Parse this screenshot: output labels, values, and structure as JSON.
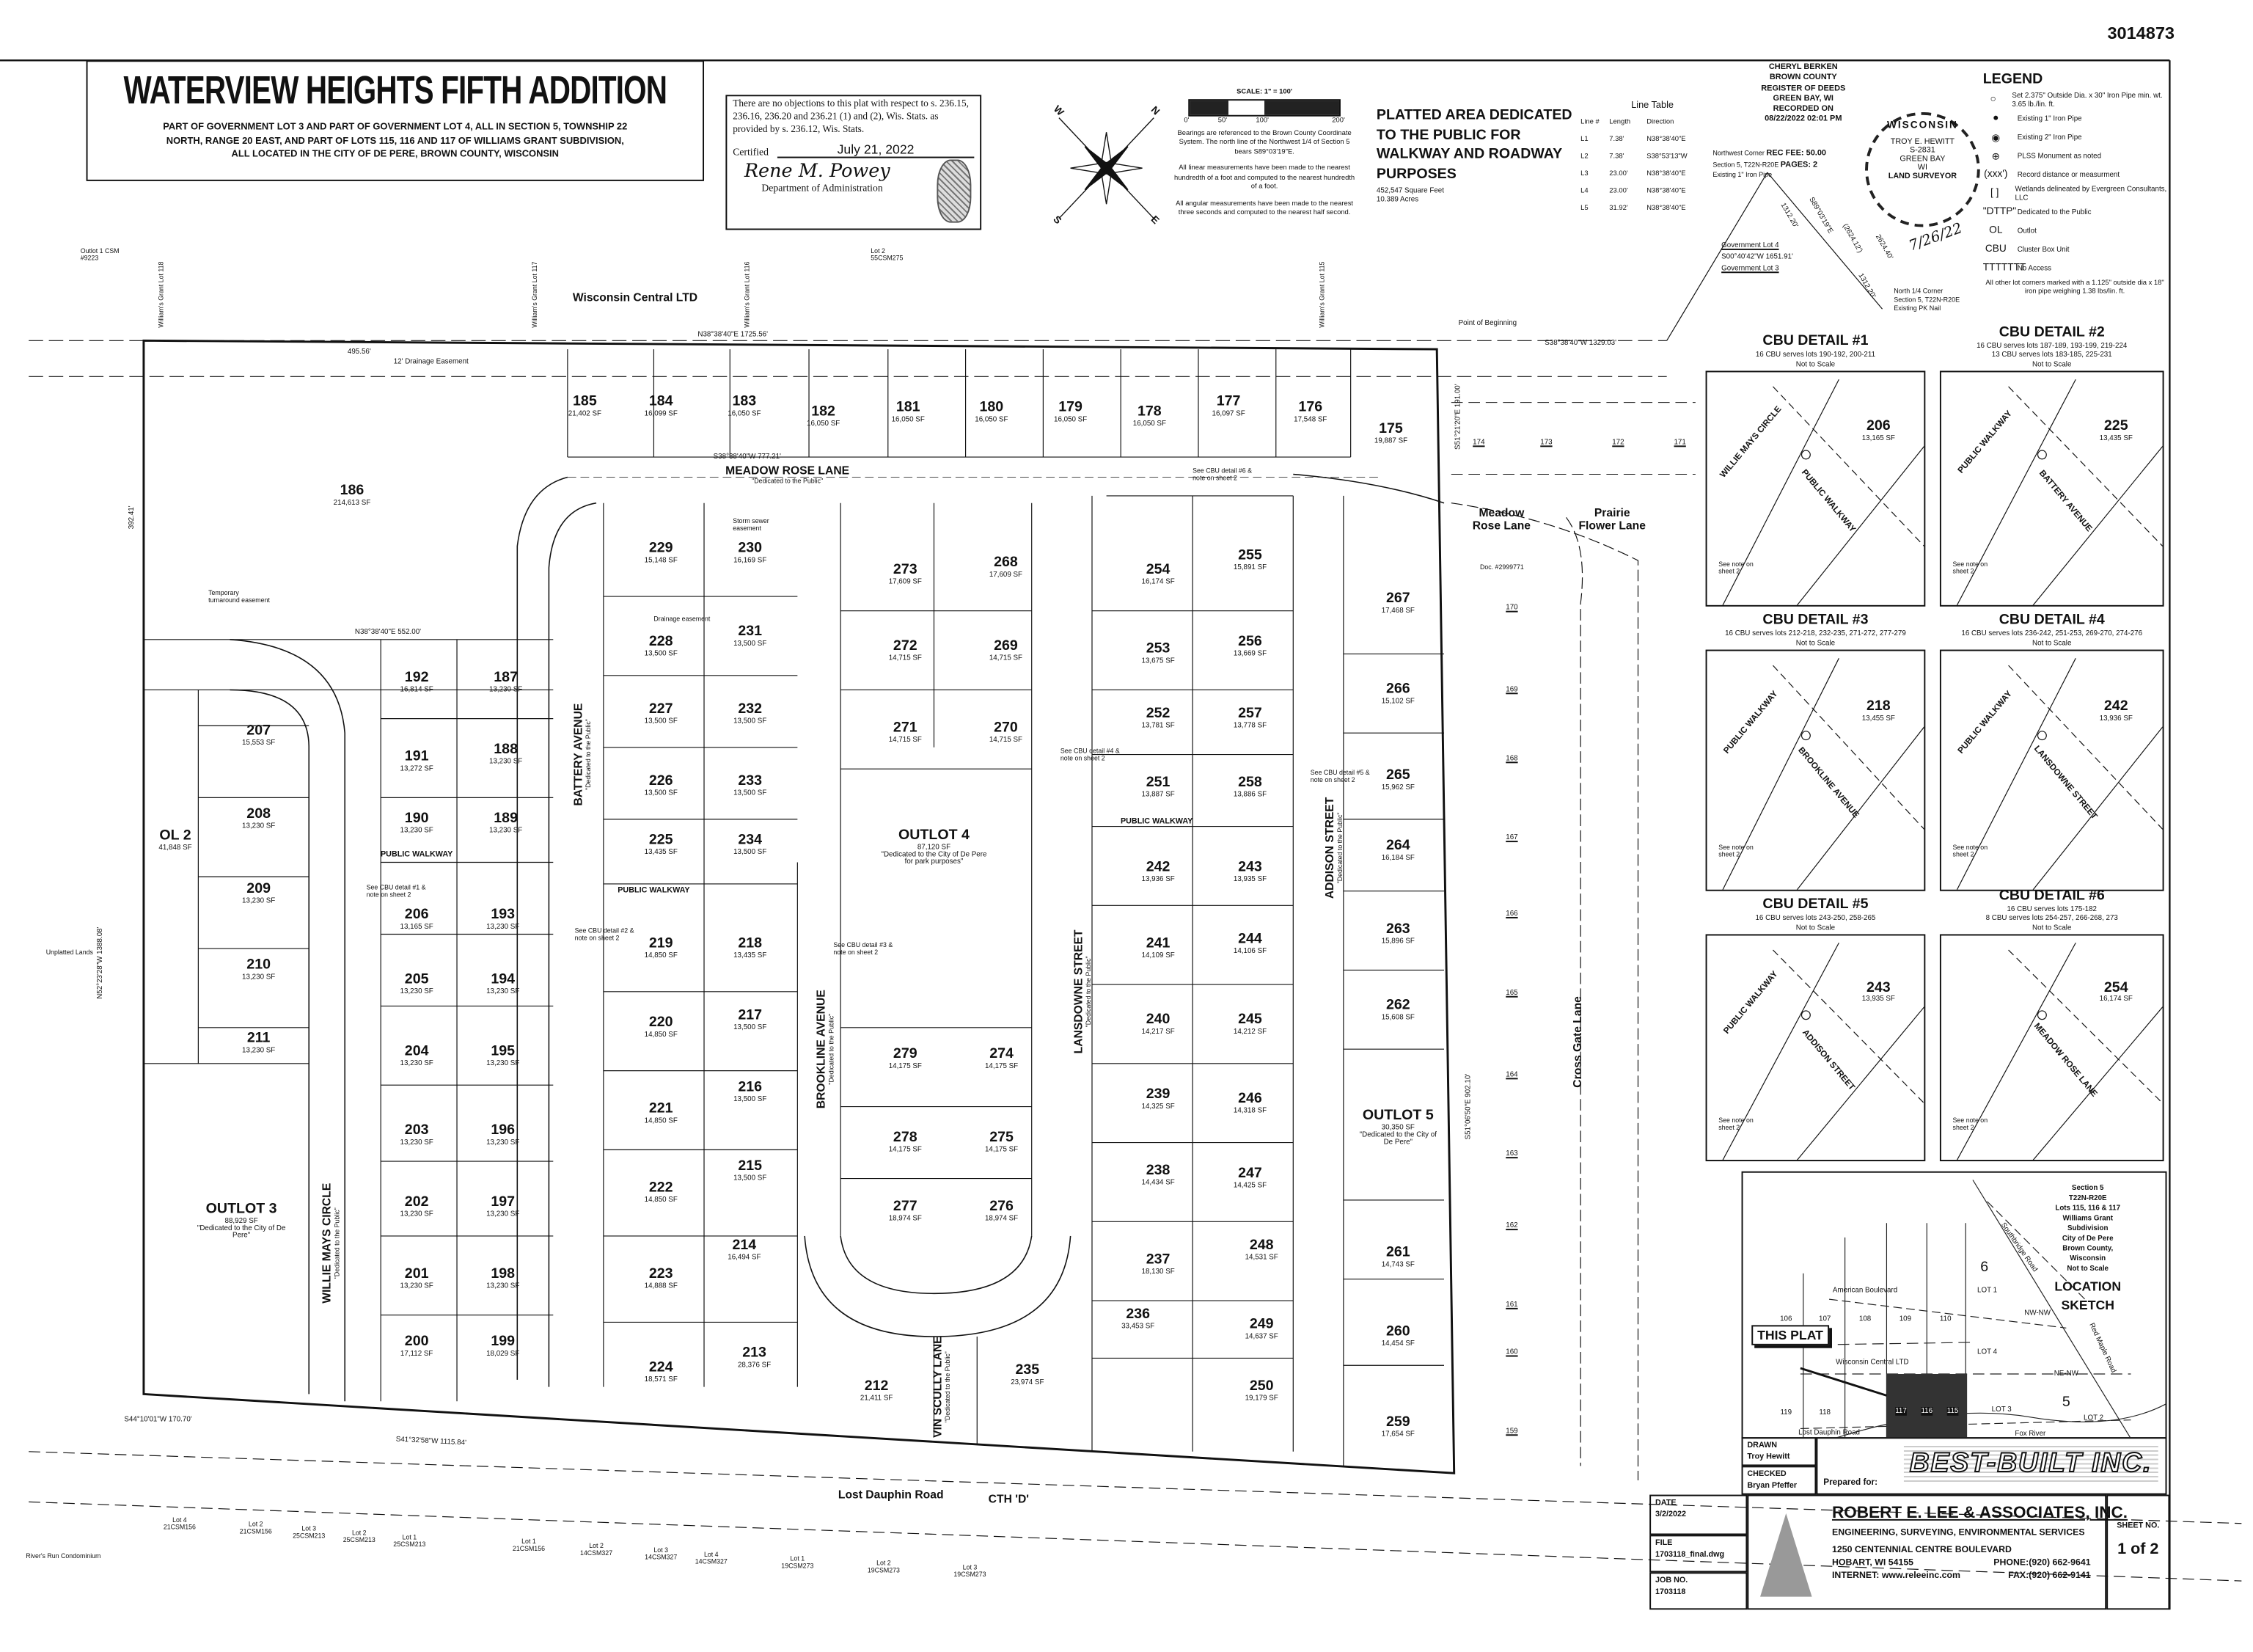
{
  "document_number": "3014873",
  "title": {
    "main": "WATERVIEW HEIGHTS FIFTH ADDITION",
    "line1": "PART OF GOVERNMENT LOT 3 AND PART OF GOVERNMENT LOT 4, ALL IN SECTION 5, TOWNSHIP 22",
    "line2": "NORTH, RANGE 20 EAST, AND PART OF LOTS 115, 116 AND 117 OF WILLIAMS GRANT SUBDIVISION,",
    "line3": "ALL LOCATED IN THE CITY OF DE PERE, BROWN COUNTY, WISCONSIN"
  },
  "certification": {
    "text": "There are no objections to this plat with respect to s. 236.15, 236.16, 236.20 and 236.21 (1) and (2), Wis. Stats. as provided by s. 236.12, Wis. Stats.",
    "certified_label": "Certified",
    "date": "July 21, 2022",
    "signature": "Rene M. Powey",
    "department": "Department of Administration"
  },
  "compass": {
    "n": "N",
    "s": "S",
    "e": "E",
    "w": "W"
  },
  "scale": {
    "label": "SCALE: 1\" = 100'",
    "ticks": [
      "0'",
      "50'",
      "100'",
      "200'"
    ],
    "note1": "Bearings are referenced to the Brown County Coordinate System. The north line of the Northwest 1/4 of Section 5 bears S89°03'19\"E.",
    "note2": "All linear measurements have been made to the nearest hundredth of a foot and computed to the nearest hundredth of a foot.",
    "note3": "All angular measurements have been made to the nearest three seconds and computed to the nearest half second."
  },
  "platted_area": {
    "title": "PLATTED AREA DEDICATED TO THE PUBLIC FOR WALKWAY AND ROADWAY PURPOSES",
    "square_feet": "452,547 Square Feet",
    "acres": "10.389 Acres"
  },
  "line_table": {
    "title": "Line Table",
    "headers": [
      "Line #",
      "Length",
      "Direction"
    ],
    "rows": [
      [
        "L1",
        "7.38'",
        "N38°38'40\"E"
      ],
      [
        "L2",
        "7.38'",
        "S38°53'13\"W"
      ],
      [
        "L3",
        "23.00'",
        "N38°38'40\"E"
      ],
      [
        "L4",
        "23.00'",
        "N38°38'40\"E"
      ],
      [
        "L5",
        "31.92'",
        "N38°38'40\"E"
      ]
    ]
  },
  "recording": {
    "lines": [
      "CHERYL BERKEN",
      "BROWN COUNTY",
      "REGISTER OF DEEDS",
      "GREEN BAY, WI",
      "RECORDED ON",
      "08/22/2022 02:01 PM"
    ],
    "fee": "REC FEE: 50.00",
    "pages": "PAGES: 2"
  },
  "seal": {
    "state": "WISCONSIN",
    "name": "TROY E. HEWITT",
    "number": "S-2831",
    "city": "GREEN BAY",
    "st": "WI",
    "title": "LAND SURVEYOR",
    "signed_date": "7/26/22"
  },
  "monuments": {
    "nw_corner": [
      "Northwest Corner",
      "Section 5, T22N-R20E",
      "Existing 1\" Iron Pipe"
    ],
    "n_quarter": [
      "North 1/4 Corner",
      "Section 5, T22N-R20E",
      "Existing PK Nail"
    ],
    "tie1": "1312.20'",
    "tie2": "S89°03'19\"E",
    "tie3": "(2624.12')",
    "tie4": "2624.40'",
    "tie5": "1312.20'",
    "govlot": "S00°40'42\"W 1651.91'",
    "gov_lot4": "Government Lot 4",
    "gov_lot3": "Government Lot 3",
    "pob": "Point of Beginning",
    "doc": "Doc. #2999771"
  },
  "legend": {
    "title": "LEGEND",
    "items": [
      {
        "symbol": "○",
        "text": "Set 2.375\" Outside Dia. x 30\" Iron Pipe min. wt. 3.65 lb./lin. ft."
      },
      {
        "symbol": "●",
        "text": "Existing 1\" Iron Pipe"
      },
      {
        "symbol": "◉",
        "text": "Existing 2\" Iron Pipe"
      },
      {
        "symbol": "⊕",
        "text": "PLSS Monument as noted"
      },
      {
        "symbol": "(xxx')",
        "text": "Record distance or measurment"
      },
      {
        "symbol": "[ ]",
        "text": "Wetlands delineated by Evergreen Consultants, LLC"
      },
      {
        "symbol": "\"DTTP\"",
        "text": "Dedicated to the Public"
      },
      {
        "symbol": "OL",
        "text": "Outlot"
      },
      {
        "symbol": "CBU",
        "text": "Cluster Box Unit"
      },
      {
        "symbol": "TTTTTTT",
        "text": "No Access"
      }
    ],
    "note": "All other lot corners marked with a 1.125\" outside dia x 18\" iron pipe weighing 1.38 lbs/lin. ft."
  },
  "lots": [
    {
      "id": "175",
      "area": "19,887 SF"
    },
    {
      "id": "176",
      "area": "17,548 SF"
    },
    {
      "id": "177",
      "area": "16,097 SF"
    },
    {
      "id": "178",
      "area": "16,050 SF"
    },
    {
      "id": "179",
      "area": "16,050 SF"
    },
    {
      "id": "180",
      "area": "16,050 SF"
    },
    {
      "id": "181",
      "area": "16,050 SF"
    },
    {
      "id": "182",
      "area": "16,050 SF"
    },
    {
      "id": "183",
      "area": "16,050 SF"
    },
    {
      "id": "184",
      "area": "16,099 SF"
    },
    {
      "id": "185",
      "area": "21,402 SF"
    },
    {
      "id": "186",
      "area": "214,613 SF"
    },
    {
      "id": "187",
      "area": "13,230 SF"
    },
    {
      "id": "188",
      "area": "13,230 SF"
    },
    {
      "id": "189",
      "area": "13,230 SF"
    },
    {
      "id": "190",
      "area": "13,230 SF"
    },
    {
      "id": "191",
      "area": "13,272 SF"
    },
    {
      "id": "192",
      "area": "16,814 SF"
    },
    {
      "id": "193",
      "area": "13,230 SF"
    },
    {
      "id": "194",
      "area": "13,230 SF"
    },
    {
      "id": "195",
      "area": "13,230 SF"
    },
    {
      "id": "196",
      "area": "13,230 SF"
    },
    {
      "id": "197",
      "area": "13,230 SF"
    },
    {
      "id": "198",
      "area": "13,230 SF"
    },
    {
      "id": "199",
      "area": "18,029 SF"
    },
    {
      "id": "200",
      "area": "17,112 SF"
    },
    {
      "id": "201",
      "area": "13,230 SF"
    },
    {
      "id": "202",
      "area": "13,230 SF"
    },
    {
      "id": "203",
      "area": "13,230 SF"
    },
    {
      "id": "204",
      "area": "13,230 SF"
    },
    {
      "id": "205",
      "area": "13,230 SF"
    },
    {
      "id": "206",
      "area": "13,165 SF"
    },
    {
      "id": "207",
      "area": "15,553 SF"
    },
    {
      "id": "208",
      "area": "13,230 SF"
    },
    {
      "id": "209",
      "area": "13,230 SF"
    },
    {
      "id": "210",
      "area": "13,230 SF"
    },
    {
      "id": "211",
      "area": "13,230 SF"
    },
    {
      "id": "212",
      "area": "21,411 SF"
    },
    {
      "id": "213",
      "area": "28,376 SF"
    },
    {
      "id": "214",
      "area": "16,494 SF"
    },
    {
      "id": "215",
      "area": "13,500 SF"
    },
    {
      "id": "216",
      "area": "13,500 SF"
    },
    {
      "id": "217",
      "area": "13,500 SF"
    },
    {
      "id": "218",
      "area": "13,435 SF"
    },
    {
      "id": "219",
      "area": "14,850 SF"
    },
    {
      "id": "220",
      "area": "14,850 SF"
    },
    {
      "id": "221",
      "area": "14,850 SF"
    },
    {
      "id": "222",
      "area": "14,850 SF"
    },
    {
      "id": "223",
      "area": "14,888 SF"
    },
    {
      "id": "224",
      "area": "18,571 SF"
    },
    {
      "id": "225",
      "area": "13,435 SF"
    },
    {
      "id": "226",
      "area": "13,500 SF"
    },
    {
      "id": "227",
      "area": "13,500 SF"
    },
    {
      "id": "228",
      "area": "13,500 SF"
    },
    {
      "id": "229",
      "area": "15,148 SF"
    },
    {
      "id": "230",
      "area": "16,169 SF"
    },
    {
      "id": "231",
      "area": "13,500 SF"
    },
    {
      "id": "232",
      "area": "13,500 SF"
    },
    {
      "id": "233",
      "area": "13,500 SF"
    },
    {
      "id": "234",
      "area": "13,500 SF"
    },
    {
      "id": "235",
      "area": "23,974 SF"
    },
    {
      "id": "236",
      "area": "33,453 SF"
    },
    {
      "id": "237",
      "area": "18,130 SF"
    },
    {
      "id": "238",
      "area": "14,434 SF"
    },
    {
      "id": "239",
      "area": "14,325 SF"
    },
    {
      "id": "240",
      "area": "14,217 SF"
    },
    {
      "id": "241",
      "area": "14,109 SF"
    },
    {
      "id": "242",
      "area": "13,936 SF"
    },
    {
      "id": "243",
      "area": "13,935 SF"
    },
    {
      "id": "244",
      "area": "14,106 SF"
    },
    {
      "id": "245",
      "area": "14,212 SF"
    },
    {
      "id": "246",
      "area": "14,318 SF"
    },
    {
      "id": "247",
      "area": "14,425 SF"
    },
    {
      "id": "248",
      "area": "14,531 SF"
    },
    {
      "id": "249",
      "area": "14,637 SF"
    },
    {
      "id": "250",
      "area": "19,179 SF"
    },
    {
      "id": "251",
      "area": "13,887 SF"
    },
    {
      "id": "252",
      "area": "13,781 SF"
    },
    {
      "id": "253",
      "area": "13,675 SF"
    },
    {
      "id": "254",
      "area": "16,174 SF"
    },
    {
      "id": "255",
      "area": "15,891 SF"
    },
    {
      "id": "256",
      "area": "13,669 SF"
    },
    {
      "id": "257",
      "area": "13,778 SF"
    },
    {
      "id": "258",
      "area": "13,886 SF"
    },
    {
      "id": "259",
      "area": "17,654 SF"
    },
    {
      "id": "260",
      "area": "14,454 SF"
    },
    {
      "id": "261",
      "area": "14,743 SF"
    },
    {
      "id": "262",
      "area": "15,608 SF"
    },
    {
      "id": "263",
      "area": "15,896 SF"
    },
    {
      "id": "264",
      "area": "16,184 SF"
    },
    {
      "id": "265",
      "area": "15,962 SF"
    },
    {
      "id": "266",
      "area": "15,102 SF"
    },
    {
      "id": "267",
      "area": "17,468 SF"
    },
    {
      "id": "268",
      "area": "17,609 SF"
    },
    {
      "id": "269",
      "area": "14,715 SF"
    },
    {
      "id": "270",
      "area": "14,715 SF"
    },
    {
      "id": "271",
      "area": "14,715 SF"
    },
    {
      "id": "272",
      "area": "14,715 SF"
    },
    {
      "id": "273",
      "area": "17,609 SF"
    },
    {
      "id": "274",
      "area": "14,175 SF"
    },
    {
      "id": "275",
      "area": "14,175 SF"
    },
    {
      "id": "276",
      "area": "18,974 SF"
    },
    {
      "id": "277",
      "area": "18,974 SF"
    },
    {
      "id": "278",
      "area": "14,175 SF"
    },
    {
      "id": "279",
      "area": "14,175 SF"
    }
  ],
  "outlots": [
    {
      "id": "OL 2",
      "area": "41,848 SF",
      "note": ""
    },
    {
      "id": "OUTLOT 3",
      "area": "88,929 SF",
      "note": "\"Dedicated to the City of De Pere\""
    },
    {
      "id": "OUTLOT 4",
      "area": "87,120 SF",
      "note": "\"Dedicated to the City of De Pere for park purposes\""
    },
    {
      "id": "OUTLOT 5",
      "area": "30,350 SF",
      "note": "\"Dedicated to the City of De Pere\""
    }
  ],
  "streets": {
    "dedicated": "\"Dedicated to the Public\"",
    "meadow_rose": "MEADOW ROSE LANE",
    "battery": "BATTERY AVENUE",
    "willie_mays": "WILLIE MAYS CIRCLE",
    "brookline": "BROOKLINE AVENUE",
    "vin_scully": "VIN SCULLY LANE",
    "lansdowne": "LANSDOWNE STREET",
    "addison": "ADDISON STREET",
    "meadow_rose_ext": "Meadow Rose Lane",
    "prairie_flower": "Prairie Flower Lane",
    "cross_gate": "Cross Gate Lane",
    "lost_dauphin": "Lost Dauphin Road",
    "cth_d": "CTH 'D'",
    "railroad": "Wisconsin Central LTD",
    "public_walkway": "PUBLIC WALKWAY"
  },
  "bearings": {
    "north_line": "N38°38'40\"E 1725.56'",
    "north_ext": "S38°38'40\"W 1329.03'",
    "meadow_inner": "S38°38'40\"W 777.21'",
    "south_line": "S41°32'58\"W 1115.84'",
    "west_line": "N52°23'28\"W 1388.08'",
    "east_line": "S51°06'50\"E 902.10'",
    "east_top": "S51°21'20\"E 191.00'",
    "sw_line": "S44°10'01\"W 170.70'",
    "top_left": "495.56'",
    "drainage": "12' Drainage Easement",
    "north_152": "N38°38'40\"E 552.00'",
    "west_392": "392.41'"
  },
  "easement_notes": {
    "temp_turnaround": "Temporary turnaround easement",
    "storm_sewer": "Storm sewer easement",
    "drainage": "Drainage easement",
    "see_cbu1": "See CBU detail #1 & note on sheet 2",
    "see_cbu2": "See CBU detail #2 & note on sheet 2",
    "see_cbu3": "See CBU detail #3 & note on sheet 2",
    "see_cbu4": "See CBU detail #4 & note on sheet 2",
    "see_cbu5": "See CBU detail #5 & note on sheet 2",
    "see_cbu6": "See CBU detail #6 & note on sheet 2"
  },
  "adjacent": {
    "right_lots": [
      "174",
      "173",
      "172",
      "171",
      "170",
      "169",
      "168",
      "167",
      "166",
      "165",
      "164",
      "163",
      "162",
      "161",
      "160",
      "159"
    ],
    "outlot1": "Outlot 1 CSM #9223",
    "lot2_csm": "Lot 2 55CSM275",
    "unplatted": "Unplatted Lands",
    "condo": "River's Run Condominium",
    "south_lots": [
      "Lot 4 21CSM156",
      "Lot 2 21CSM156",
      "Lot 3 25CSM213",
      "Lot 2 25CSM213",
      "Lot 1 25CSM213",
      "Lot 1 21CSM156",
      "Lot 2 14CSM327",
      "Lot 3 14CSM327",
      "Lot 4 14CSM327",
      "Lot 1 19CSM273",
      "Lot 2 19CSM273",
      "Lot 3 19CSM273"
    ],
    "williams_grant": [
      "William's Grant Lot 118",
      "William's Grant Lot 117",
      "William's Grant Lot 116",
      "William's Grant Lot 115"
    ]
  },
  "cbu_details": [
    {
      "title": "CBU DETAIL #1",
      "lines": [
        "16 CBU serves lots 190-192, 200-211",
        "Not to Scale"
      ],
      "labels": [
        "PUBLIC WALKWAY",
        "WILLIE MAYS CIRCLE",
        "206",
        "13,165 SF",
        "See note on sheet 2"
      ]
    },
    {
      "title": "CBU DETAIL #2",
      "lines": [
        "16 CBU serves lots 187-189, 193-199, 219-224",
        "13 CBU serves lots 183-185, 225-231",
        "Not to Scale"
      ],
      "labels": [
        "BATTERY AVENUE",
        "PUBLIC WALKWAY",
        "225",
        "13,435 SF",
        "See note on sheet 2"
      ]
    },
    {
      "title": "CBU DETAIL #3",
      "lines": [
        "16 CBU serves lots 212-218, 232-235, 271-272, 277-279",
        "Not to Scale"
      ],
      "labels": [
        "BROOKLINE AVENUE",
        "PUBLIC WALKWAY",
        "218",
        "13,455 SF",
        "See note on sheet 2"
      ]
    },
    {
      "title": "CBU DETAIL #4",
      "lines": [
        "16 CBU serves lots 236-242, 251-253, 269-270, 274-276",
        "Not to Scale"
      ],
      "labels": [
        "LANSDOWNE STREET",
        "PUBLIC WALKWAY",
        "242",
        "13,936 SF",
        "See note on sheet 2"
      ]
    },
    {
      "title": "CBU DETAIL #5",
      "lines": [
        "16 CBU serves lots 243-250, 258-265",
        "Not to Scale"
      ],
      "labels": [
        "ADDISON STREET",
        "PUBLIC WALKWAY",
        "243",
        "13,935 SF",
        "See note on sheet 2"
      ]
    },
    {
      "title": "CBU DETAIL #6",
      "lines": [
        "16 CBU serves lots 175-182",
        "8 CBU serves lots 254-257, 266-268, 273",
        "Not to Scale"
      ],
      "labels": [
        "MEADOW ROSE LANE",
        "",
        "254",
        "16,174 SF",
        "See note on sheet 2"
      ]
    }
  ],
  "location_sketch": {
    "title": "LOCATION SKETCH",
    "info": [
      "Section 5",
      "T22N-R20E",
      "Lots 115, 116 & 117",
      "Williams Grant Subdivision",
      "City of De Pere",
      "Brown County, Wisconsin",
      "Not to Scale"
    ],
    "this_plat": "THIS PLAT",
    "roads": [
      "American Boulevard",
      "Southbridge Road",
      "Red Maple Road",
      "Wisconsin Central LTD",
      "Lost Dauphin Road",
      "Fox River"
    ],
    "labels": [
      "106",
      "107",
      "108",
      "109",
      "110",
      "119",
      "118",
      "117",
      "116",
      "115",
      "6",
      "5",
      "LOT 1",
      "LOT 4",
      "LOT 3",
      "LOT 2",
      "NW-NW",
      "NE-NW"
    ]
  },
  "title_block": {
    "drawn_label": "DRAWN",
    "drawn_by": "Troy Hewitt",
    "checked_label": "CHECKED",
    "checked_by": "Bryan Pfeffer",
    "prepared_for_label": "Prepared for:",
    "client_logo": "BEST-BUILT INC.",
    "date_label": "DATE",
    "date": "3/2/2022",
    "file_label": "FILE",
    "file": "1703118_final.dwg",
    "job_label": "JOB NO.",
    "job": "1703118",
    "firm": "ROBERT E. LEE & ASSOCIATES, INC.",
    "services": "ENGINEERING, SURVEYING, ENVIRONMENTAL SERVICES",
    "address1": "1250 CENTENNIAL CENTRE BOULEVARD",
    "address2": "HOBART, WI 54155",
    "internet": "INTERNET: www.releeinc.com",
    "phone": "PHONE:(920) 662-9641",
    "fax": "FAX:(920) 662-9141",
    "sheet_label": "SHEET NO.",
    "sheet": "1 of 2"
  }
}
